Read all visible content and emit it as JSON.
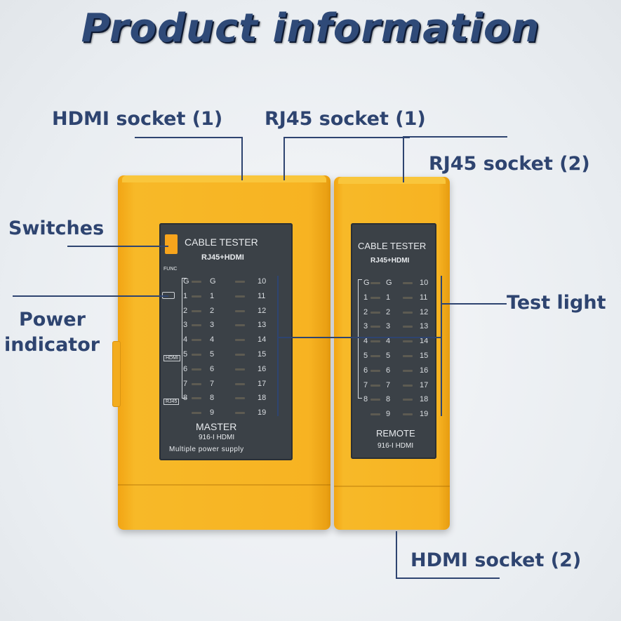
{
  "title": "Product information",
  "callouts": {
    "hdmi_socket_1": "HDMI socket (1)",
    "rj45_socket_1": "RJ45 socket (1)",
    "rj45_socket_2": "RJ45 socket (2)",
    "switches": "Switches",
    "power_indicator": [
      "Power",
      "indicator"
    ],
    "test_light": "Test light",
    "hdmi_socket_2": "HDMI socket (2)"
  },
  "master": {
    "heading": "CABLE TESTER",
    "sub": "RJ45+HDMI",
    "func_label": "FUNC",
    "hdmi_tag": "HDMI",
    "rj45_tag": "RJ45",
    "left_col": [
      "G",
      "1",
      "2",
      "3",
      "4",
      "5",
      "6",
      "7",
      "8",
      ""
    ],
    "mid_col": [
      "G",
      "1",
      "2",
      "3",
      "4",
      "5",
      "6",
      "7",
      "8",
      "9"
    ],
    "right_col": [
      "10",
      "11",
      "12",
      "13",
      "14",
      "15",
      "16",
      "17",
      "18",
      "19"
    ],
    "name": "MASTER",
    "model": "916-I HDMI",
    "power": "Multiple power supply"
  },
  "remote": {
    "heading": "CABLE TESTER",
    "sub": "RJ45+HDMI",
    "left_col": [
      "G",
      "1",
      "2",
      "3",
      "4",
      "5",
      "6",
      "7",
      "8",
      ""
    ],
    "mid_col": [
      "G",
      "1",
      "2",
      "3",
      "4",
      "5",
      "6",
      "7",
      "8",
      "9"
    ],
    "right_col": [
      "10",
      "11",
      "12",
      "13",
      "14",
      "15",
      "16",
      "17",
      "18",
      "19"
    ],
    "name": "REMOTE",
    "model": "916-I HDMI"
  },
  "colors": {
    "accent": "#2e4470",
    "device": "#f7b322",
    "panel": "#3b4147"
  }
}
